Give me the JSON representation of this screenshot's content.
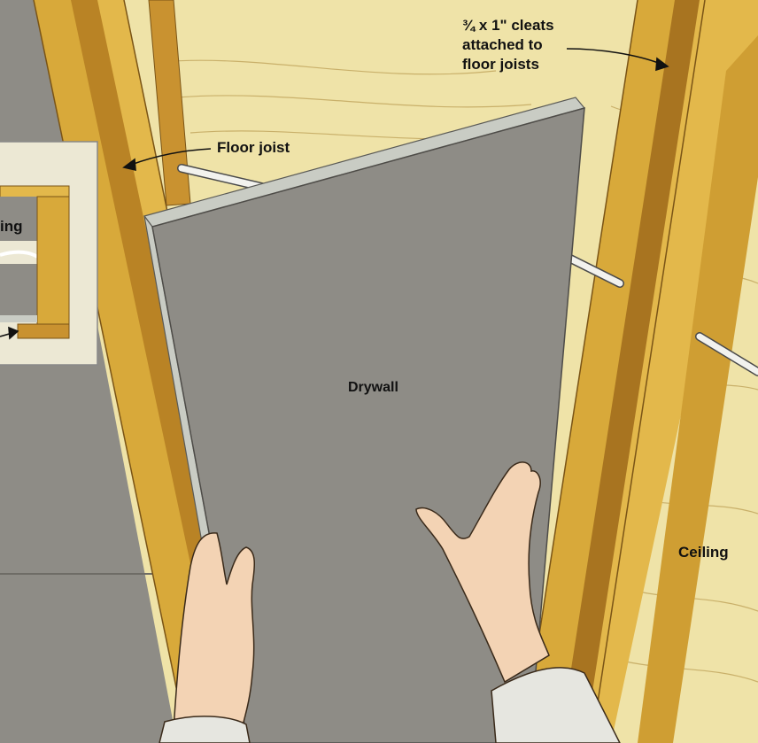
{
  "labels": {
    "cleats": [
      "¾ x 1\" cleats",
      "attached to",
      "floor joists"
    ],
    "floor_joist": "Floor joist",
    "drywall": "Drywall",
    "ceiling": "Ceiling",
    "inset_partial": "ing"
  },
  "colors": {
    "ceiling": "#efe3a8",
    "joist": "#d8a93a",
    "joist_shadow": "#a87420",
    "drywall_face": "#8e8c86",
    "drywall_edge": "#c9ccc4",
    "skin": "#f3d3b4",
    "inset_frame": "#ece8d4"
  }
}
